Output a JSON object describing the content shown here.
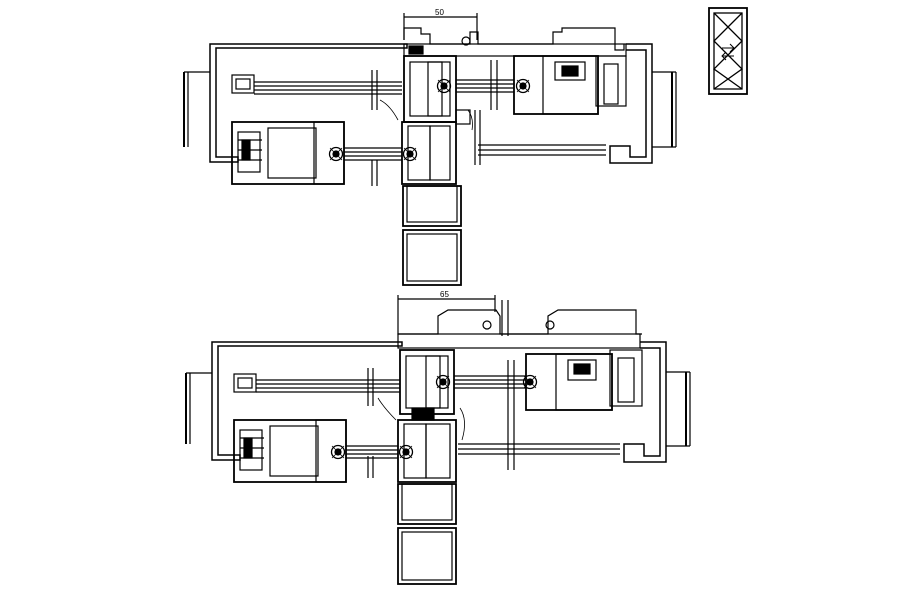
{
  "colors": {
    "background": "#ffffff",
    "line": "#000000"
  },
  "sections": [
    {
      "id": "upper-section",
      "dimension_label": "50"
    },
    {
      "id": "lower-section",
      "dimension_label": "65"
    }
  ],
  "elevation_icon": {
    "icon": "window-elevation-icon"
  }
}
